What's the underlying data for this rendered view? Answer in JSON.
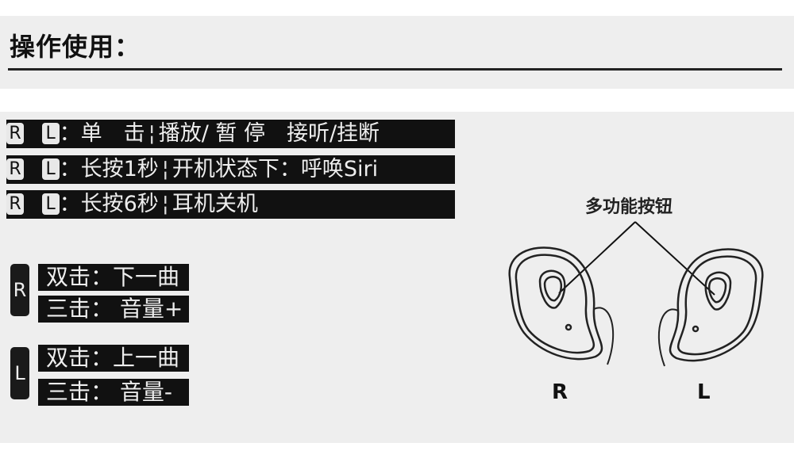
{
  "title": "操作使用：",
  "rows": [
    {
      "key_r": "R",
      "key_l": "L",
      "action": "单　击",
      "sep": "¦",
      "func": "播放/ 暂 停　接听/挂断"
    },
    {
      "key_r": "R",
      "key_l": "L",
      "action": "长按1秒",
      "sep": "¦",
      "func": "开机状态下：呼唤Siri"
    },
    {
      "key_r": "R",
      "key_l": "L",
      "action": "长按6秒",
      "sep": "¦",
      "func": "耳机关机"
    }
  ],
  "right_group": {
    "tab": "R",
    "items": [
      "双击：下一曲",
      "三击：  音量+"
    ]
  },
  "left_group": {
    "tab": "L",
    "items": [
      "双击：上一曲",
      "三击：  音量-"
    ]
  },
  "diagram": {
    "callout": "多功能按钮",
    "right_label": "R",
    "left_label": "L"
  },
  "colors": {
    "bar_bg": "#111111",
    "band_bg": "#eeeeee"
  }
}
